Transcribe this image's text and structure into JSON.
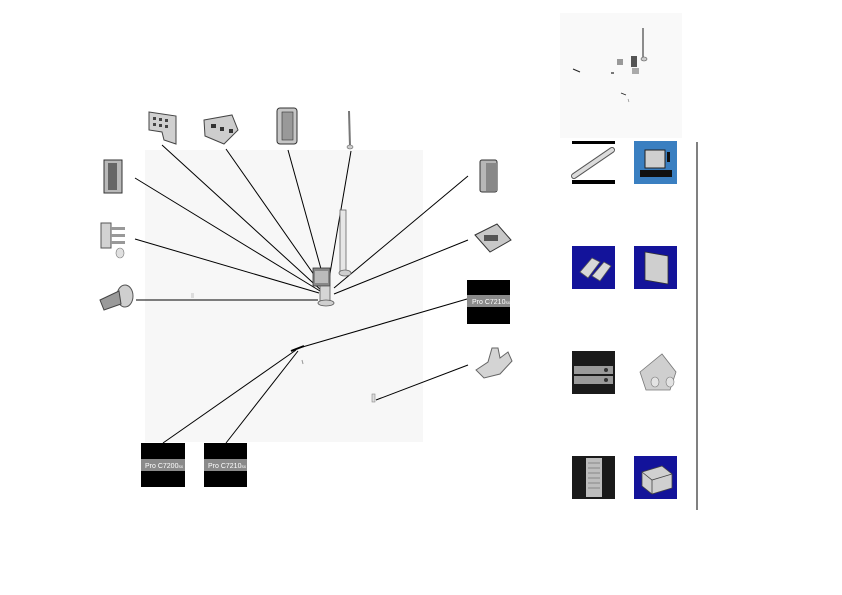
{
  "labels": {
    "printer_a": "Pro C7200",
    "printer_a_suffix": "sx",
    "printer_b": "Pro C7210",
    "printer_b_suffix": "sx",
    "printer_c": "Pro C7210",
    "printer_c_suffix": "sx"
  },
  "thumbnails": [
    {
      "icon": "tube-icon",
      "bg": "#ffffff"
    },
    {
      "icon": "bracket-assembly-icon",
      "bg": "#3a7fc1"
    },
    {
      "icon": "rollers-icon",
      "bg": "#13139a"
    },
    {
      "icon": "plate-icon",
      "bg": "#13139a"
    },
    {
      "icon": "control-panel-icon",
      "bg": "#1a1a1a"
    },
    {
      "icon": "hinge-bracket-icon",
      "bg": "#ffffff"
    },
    {
      "icon": "label-sheet-icon",
      "bg": "#1a1a1a"
    },
    {
      "icon": "box-icon",
      "bg": "#13139a"
    }
  ],
  "colors": {
    "part_fill": "#d9d9d9",
    "part_stroke": "#555555",
    "thumb_blue": "#13139a",
    "thumb_light_blue": "#3a7fc1"
  }
}
